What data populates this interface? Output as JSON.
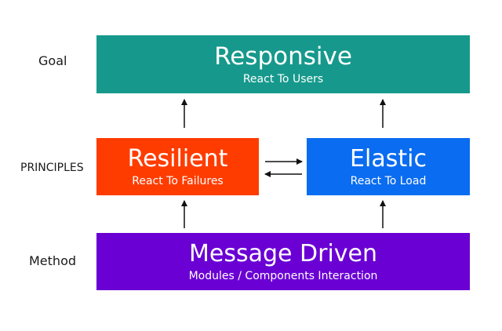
{
  "labels": {
    "goal": "Goal",
    "principles": "PRINCIPLES",
    "method": "Method"
  },
  "boxes": {
    "responsive": {
      "title": "Responsive",
      "subtitle": "React To Users",
      "color": "#16998c"
    },
    "resilient": {
      "title": "Resilient",
      "subtitle": "React To Failures",
      "color": "#ff3c00"
    },
    "elastic": {
      "title": "Elastic",
      "subtitle": "React To Load",
      "color": "#0a6cf0"
    },
    "message_driven": {
      "title": "Message Driven",
      "subtitle": "Modules / Components Interaction",
      "color": "#6a00d4"
    }
  }
}
